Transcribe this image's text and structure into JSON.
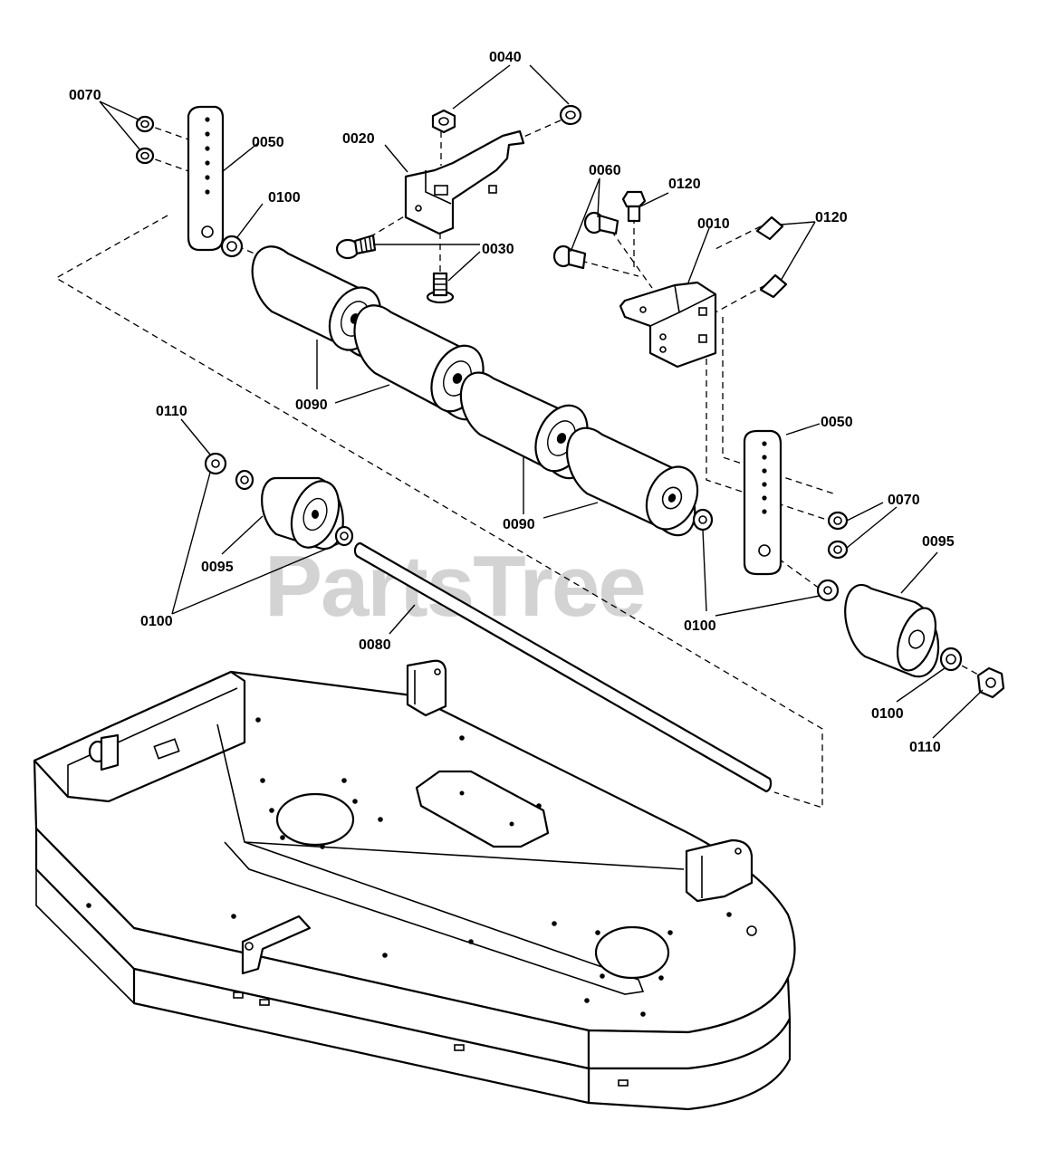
{
  "watermark": "PartsTree",
  "callouts": {
    "c0070_top": "0070",
    "c0050_top": "0050",
    "c0020": "0020",
    "c0040": "0040",
    "c0100_top": "0100",
    "c0030": "0030",
    "c0060": "0060",
    "c0120_a": "0120",
    "c0010": "0010",
    "c0120_b": "0120",
    "c0090_a": "0090",
    "c0110_left": "0110",
    "c0090_b": "0090",
    "c0050_right": "0050",
    "c0070_right": "0070",
    "c0095_left": "0095",
    "c0095_right": "0095",
    "c0100_left": "0100",
    "c0100_mid": "0100",
    "c0080": "0080",
    "c0100_right": "0100",
    "c0110_right": "0110"
  }
}
